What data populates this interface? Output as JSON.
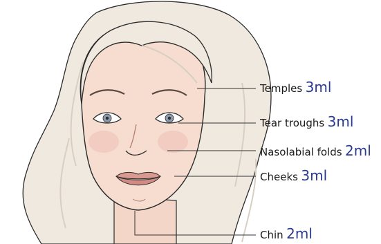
{
  "labels": [
    {
      "id": "temples",
      "name": "Temples",
      "amount": "3ml"
    },
    {
      "id": "tear-troughs",
      "name": "Tear troughs",
      "amount": "3ml"
    },
    {
      "id": "nasolabial-folds",
      "name": "Nasolabial folds",
      "amount": "2ml"
    },
    {
      "id": "cheeks",
      "name": "Cheeks",
      "amount": "3ml"
    },
    {
      "id": "chin",
      "name": "Chin",
      "amount": "2ml"
    }
  ],
  "colors": {
    "hair": "#efe9df",
    "hair_shade": "#d7cfc2",
    "skin": "#f7ddd0",
    "blush": "#efc2b6",
    "lips": "#d99a92",
    "iris": "#8d99ac",
    "outline": "#2b2b2b",
    "leader": "#333333",
    "amount_text": "#2a3b8f"
  }
}
